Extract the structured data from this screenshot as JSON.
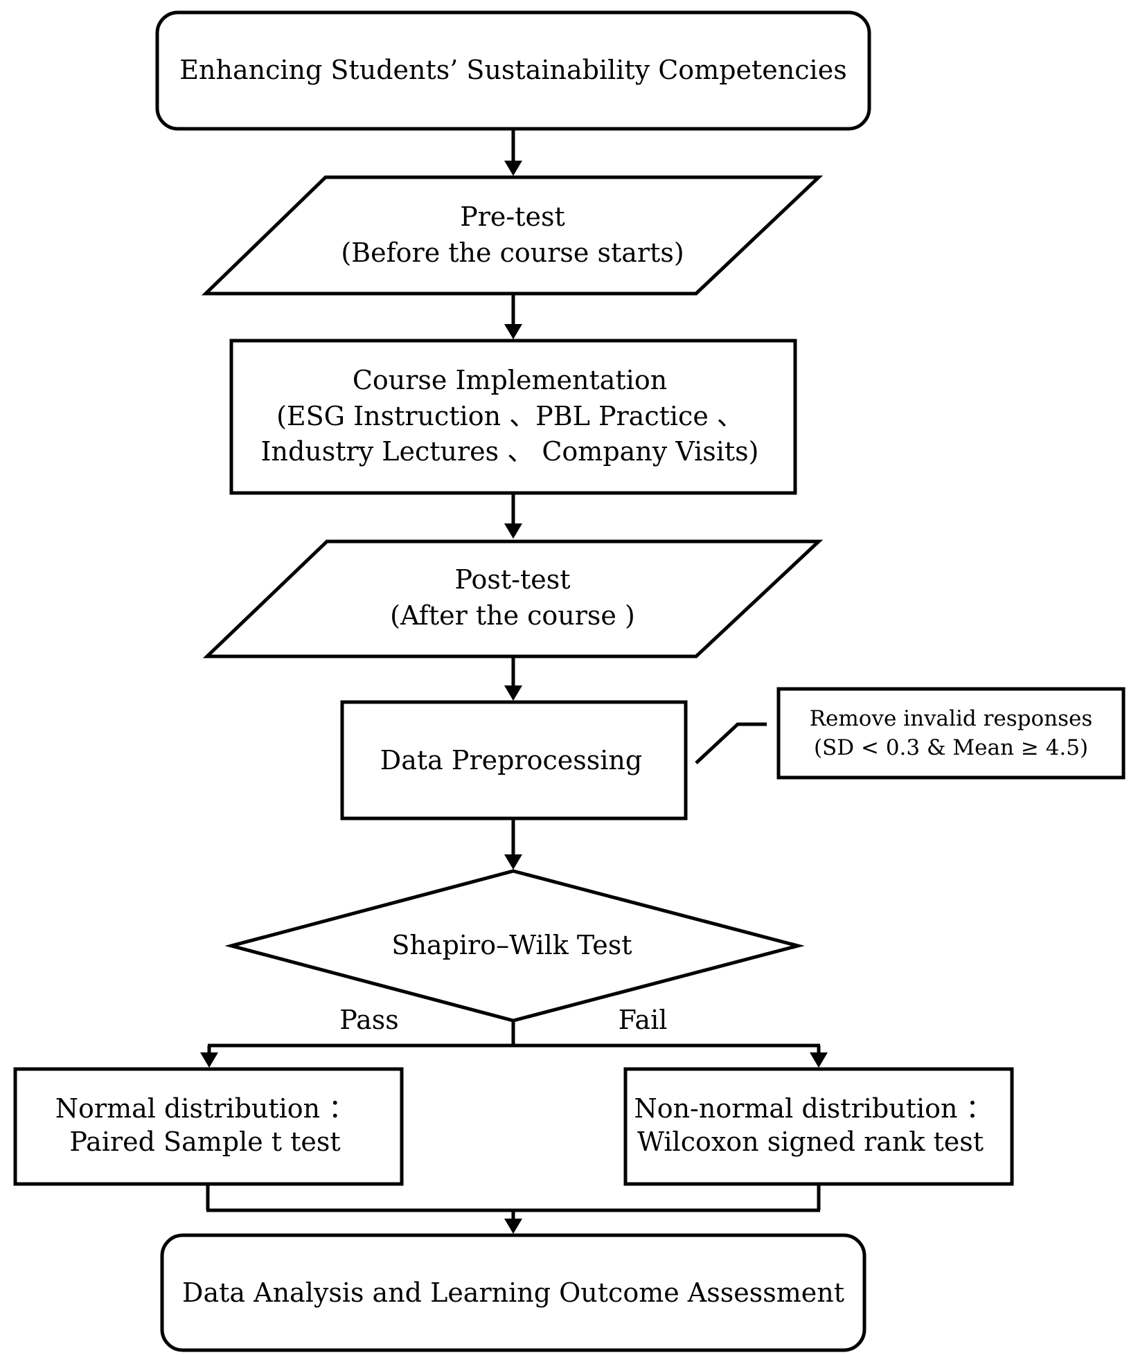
{
  "diagram": {
    "start": {
      "text": "Enhancing Students’ Sustainability Competencies"
    },
    "pretest": {
      "line1": "Pre-test",
      "line2": "(Before the course  starts)"
    },
    "course": {
      "line1": "Course Implementation",
      "line2": "(ESG Instruction  、PBL Practice  、",
      "line3": "Industry Lectures  、 Company Visits)"
    },
    "posttest": {
      "line1": "Post-test",
      "line2": "(After the course )"
    },
    "preprocessing": {
      "text": "Data Preprocessing"
    },
    "note": {
      "line1": "Remove invalid responses",
      "line2": "(SD < 0.3 & Mean ≥ 4.5)"
    },
    "decision": {
      "text": "Shapiro–Wilk Test"
    },
    "branch_pass": "Pass",
    "branch_fail": "Fail",
    "normal": {
      "line1": "Normal distribution  ：",
      "line2": "Paired Sample t test"
    },
    "nonnormal": {
      "line1": "Non-normal distribution  ：",
      "line2": "Wilcoxon signed rank test"
    },
    "end": {
      "text": "Data Analysis and Learning Outcome Assessment"
    }
  }
}
